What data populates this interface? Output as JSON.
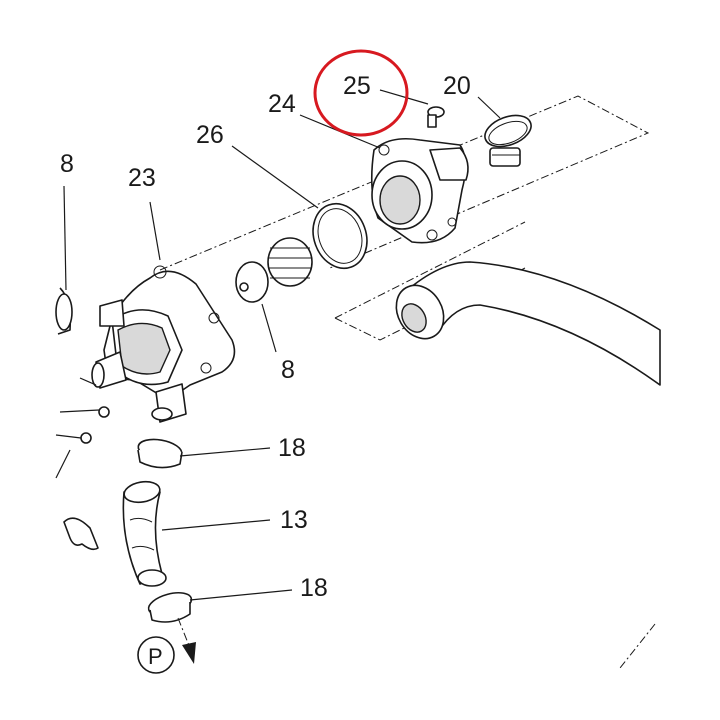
{
  "diagram": {
    "highlight_color": "#d71920",
    "callouts": {
      "c8_top": "8",
      "c23": "23",
      "c26": "26",
      "c24": "24",
      "c25": "25",
      "c20": "20",
      "c8_mid": "8",
      "c18_top": "18",
      "c13": "13",
      "c18_bottom": "18",
      "c_p": "P"
    }
  }
}
